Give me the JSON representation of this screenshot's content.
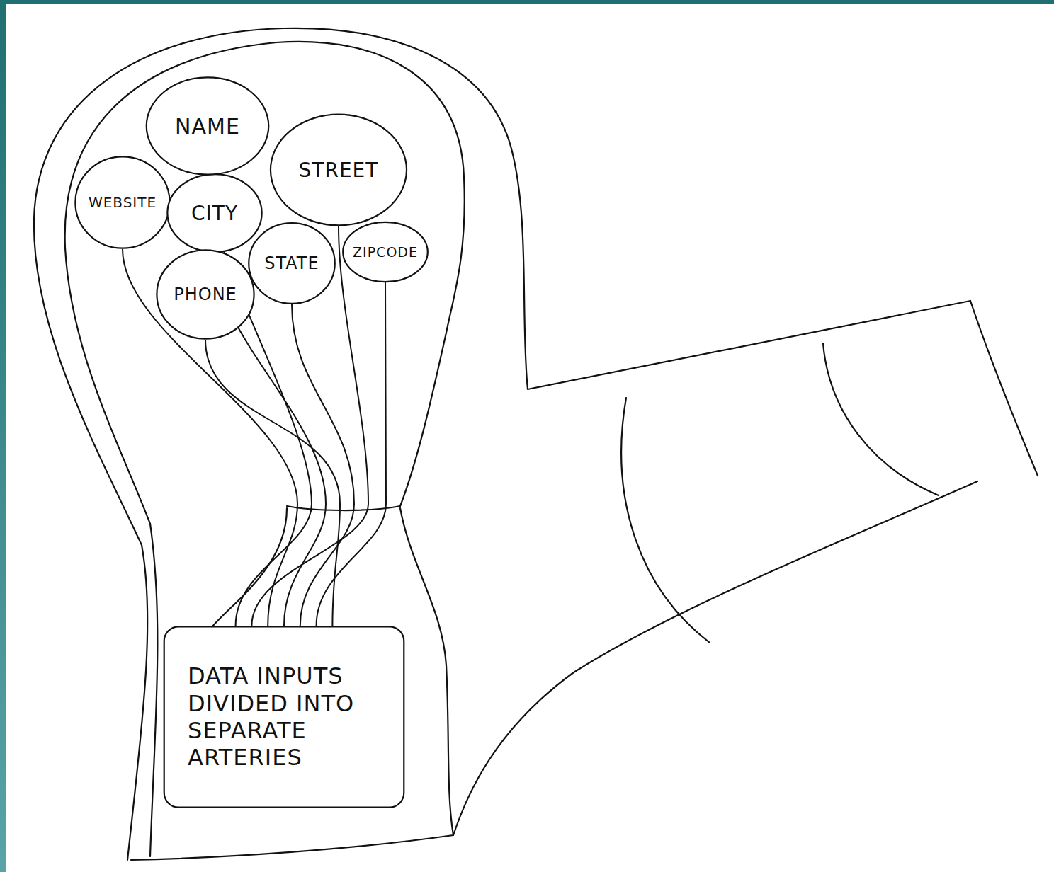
{
  "diagram": {
    "nodes": [
      {
        "text": [
          "NAME"
        ]
      },
      {
        "text": [
          "STREET"
        ]
      },
      {
        "text": [
          "WEBSITE"
        ]
      },
      {
        "text": [
          "CITY"
        ]
      },
      {
        "text": [
          "STATE"
        ]
      },
      {
        "text": [
          "ZIPCODE"
        ]
      },
      {
        "text": [
          "PHONE"
        ]
      },
      {
        "text": [
          "DATA INPUTS DIVIDED INTO SEPARATE ARTERIES"
        ]
      }
    ],
    "edges": [
      {
        "from": 7,
        "to": 0,
        "arrow": "none"
      },
      {
        "from": 7,
        "to": 1,
        "arrow": "none"
      },
      {
        "from": 7,
        "to": 2,
        "arrow": "none"
      },
      {
        "from": 7,
        "to": 3,
        "arrow": "none"
      },
      {
        "from": 7,
        "to": 4,
        "arrow": "none"
      },
      {
        "from": 7,
        "to": 5,
        "arrow": "none"
      },
      {
        "from": 7,
        "to": 6,
        "arrow": "none"
      }
    ]
  }
}
